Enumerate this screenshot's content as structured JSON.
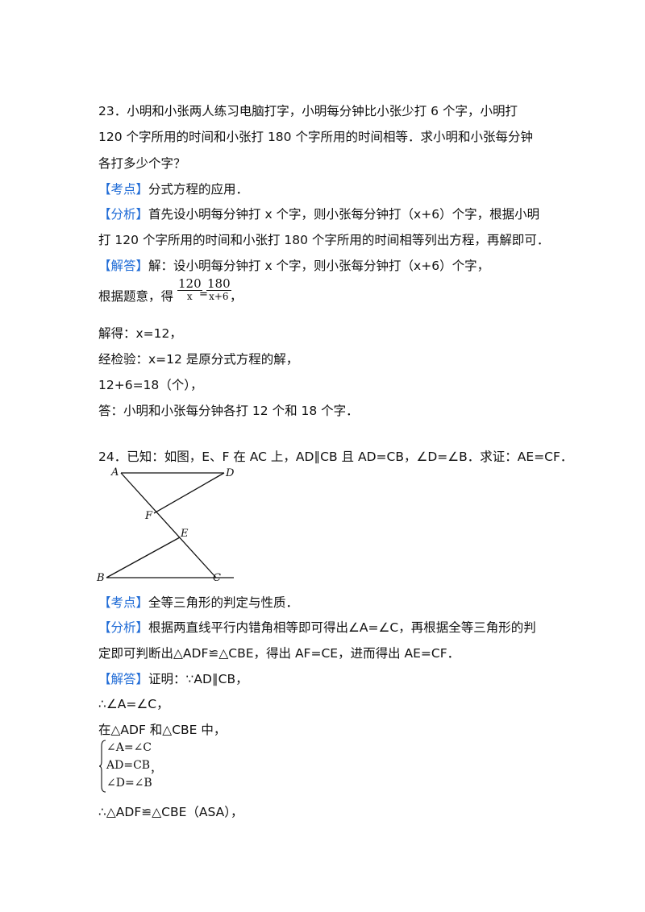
{
  "q23": {
    "stem": [
      "23．小明和小张两人练习电脑打字，小明每分钟比小张少打 6 个字，小明打",
      "120 个字所用的时间和小张打 180 个字所用的时间相等．求小明和小张每分钟",
      "各打多少个字？"
    ],
    "kaodian_tag": "【考点】",
    "kaodian_text": "分式方程的应用．",
    "fenxi_tag": "【分析】",
    "fenxi_text1": "首先设小明每分钟打 x 个字，则小张每分钟打（x+6）个字，根据小明",
    "fenxi_text2": "打 120 个字所用的时间和小张打 180 个字所用的时间相等列出方程，再解即可．",
    "jieda_tag": "【解答】",
    "jieda_text": "解：设小明每分钟打 x 个字，则小张每分钟打（x+6）个字，",
    "eq_prefix": "根据题意，得",
    "eq_num1": "120",
    "eq_den1": "x",
    "eq_mid": "=",
    "eq_num2": "180",
    "eq_den2": "x+6",
    "eq_suffix": "，",
    "steps": [
      "解得：x=12，",
      "经检验：x=12 是原分式方程的解，",
      "12+6=18（个），",
      "答：小明和小张每分钟各打 12 个和 18 个字．"
    ]
  },
  "q24": {
    "stem": "24．已知：如图，E、F 在 AC 上，AD∥CB 且 AD=CB，∠D=∠B．求证：AE=CF．",
    "figure_labels": {
      "A": "A",
      "D": "D",
      "F": "F",
      "E": "E",
      "B": "B",
      "C": "C"
    },
    "kaodian_tag": "【考点】",
    "kaodian_text": "全等三角形的判定与性质．",
    "fenxi_tag": "【分析】",
    "fenxi_text1": "根据两直线平行内错角相等即可得出∠A=∠C，再根据全等三角形的判",
    "fenxi_text2": "定即可判断出△ADF≌△CBE，得出 AF=CE，进而得出 AE=CF．",
    "jieda_tag": "【解答】",
    "jieda_text": "证明：∵AD∥CB，",
    "steps": [
      "∴∠A=∠C，",
      "在△ADF 和△CBE 中，"
    ],
    "system": [
      "∠A=∠C",
      "AD=CB",
      "∠D=∠B"
    ],
    "system_suffix": "，",
    "conclusion": "∴△ADF≌△CBE（ASA），"
  }
}
